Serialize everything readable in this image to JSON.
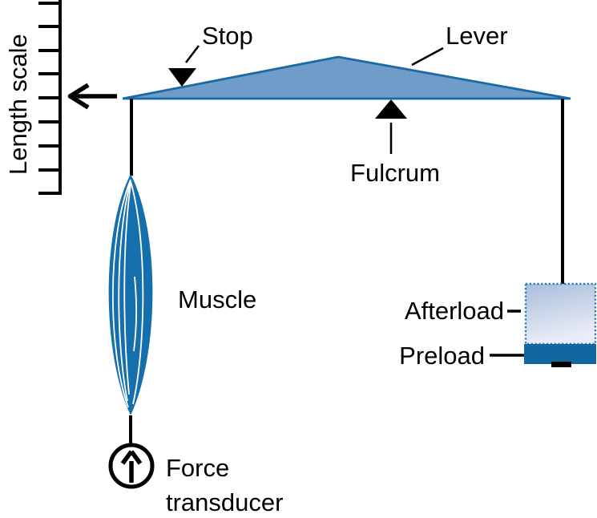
{
  "labels": {
    "length_scale": "Length scale",
    "stop": "Stop",
    "lever": "Lever",
    "fulcrum": "Fulcrum",
    "muscle": "Muscle",
    "force_transducer_line1": "Force",
    "force_transducer_line2": "transducer",
    "afterload": "Afterload",
    "preload": "Preload"
  },
  "colors": {
    "lever_fill": "#6f9cc9",
    "lever_stroke": "#1a6aa3",
    "muscle_fill": "#156fad",
    "fiber_white": "#ffffff",
    "preload_fill": "#10689f",
    "afterload_gradient_start": "#aabedb",
    "afterload_gradient_end": "#eaedf6",
    "afterload_border": "#2e7ab6",
    "ink": "#000000"
  }
}
